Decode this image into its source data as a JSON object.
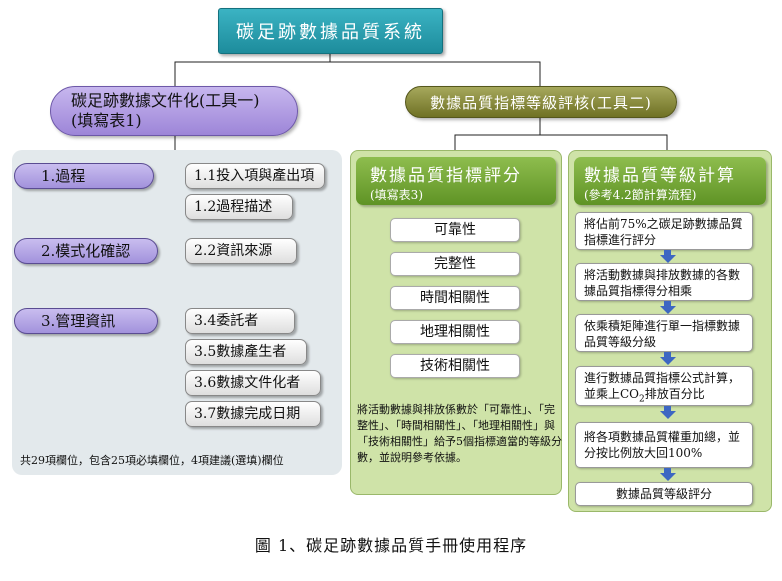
{
  "title": "碳足跡數據品質系統",
  "tool1": {
    "line1": "碳足跡數據文件化(工具一)",
    "line2": "(填寫表1)"
  },
  "tool2": {
    "label": "數據品質指標等級評核(工具二)"
  },
  "categories": [
    {
      "label": "1.過程",
      "subs": [
        "1.1投入項與產出項",
        "1.2過程描述"
      ]
    },
    {
      "label": "2.模式化確認",
      "subs": [
        "2.2資訊來源"
      ]
    },
    {
      "label": "3.管理資訊",
      "subs": [
        "3.4委託者",
        "3.5數據產生者",
        "3.6數據文件化者",
        "3.7數據完成日期"
      ]
    }
  ],
  "footnote": "共29項欄位，包含25項必填欄位，4項建議(選填)欄位",
  "panel_indicator": {
    "title": "數據品質指標評分",
    "subtitle": "(填寫表3)",
    "indicators": [
      "可靠性",
      "完整性",
      "時間相關性",
      "地理相關性",
      "技術相關性"
    ],
    "paragraph": "將活動數據與排放係數於「可靠性」、「完整性」、「時間相關性」、「地理相關性」與「技術相關性」給予5個指標適當的等級分數，並說明參考依據。"
  },
  "panel_grade": {
    "title": "數據品質等級計算",
    "subtitle": "(參考4.2節計算流程)",
    "steps": [
      {
        "text": "將佔前75%之碳足跡數據品質指標進行評分"
      },
      {
        "text": "將活動數據與排放數據的各數據品質指標得分相乘"
      },
      {
        "text": "依乘積矩陣進行單一指標數據品質等級分級"
      },
      {
        "pre": "進行數據品質指標公式計算，並乘上CO",
        "sub": "2",
        "post": "排放百分比"
      },
      {
        "text": "將各項數據品質權重加總，並分按比例放大回100%"
      },
      {
        "text": "數據品質等級評分"
      }
    ]
  },
  "caption": "圖 1、碳足跡數據品質手冊使用程序",
  "colors": {
    "title": "#2aa3b3",
    "tool1": "#a996e0",
    "tool2": "#7f8232",
    "panel_green": "#cfe3a8",
    "arrow": "#3d67c2"
  }
}
